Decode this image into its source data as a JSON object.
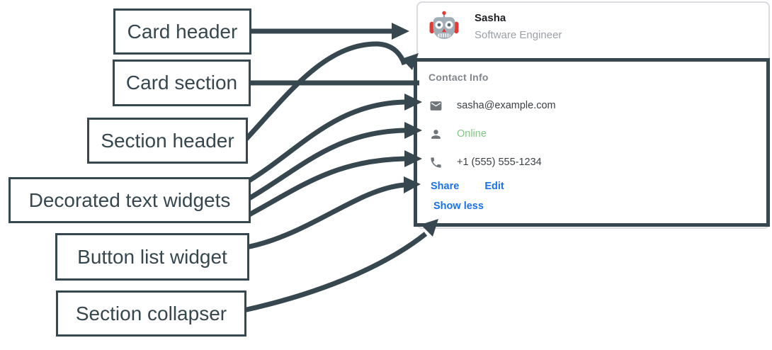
{
  "labels": [
    {
      "text": "Card header",
      "target": "card-header"
    },
    {
      "text": "Card section",
      "target": "card-section-border"
    },
    {
      "text": "Section header",
      "target": "section-title"
    },
    {
      "text": "Decorated text widgets",
      "target": "decorated-text-rows"
    },
    {
      "text": "Button list widget",
      "target": "button-list"
    },
    {
      "text": "Section collapser",
      "target": "section-collapser"
    }
  ],
  "card": {
    "header": {
      "avatar_icon": "robot-icon",
      "name": "Sasha",
      "role": "Software Engineer"
    },
    "section": {
      "title": "Contact Info",
      "rows": [
        {
          "icon": "email-icon",
          "text": "sasha@example.com"
        },
        {
          "icon": "person-icon",
          "text": "Online"
        },
        {
          "icon": "phone-icon",
          "text": "+1 (555) 555-1234"
        }
      ],
      "buttons": [
        {
          "label": "Share"
        },
        {
          "label": "Edit"
        }
      ],
      "collapser_label": "Show less"
    }
  },
  "colors": {
    "annotation": "#37474f",
    "link_blue": "#1a73e8",
    "online_green": "#81c784",
    "card_border": "#dadce0",
    "name_text": "#202124",
    "role_text": "#9aa0a6",
    "section_title_text": "#80868b",
    "row_text": "#3c4043",
    "icon_gray": "#757575"
  }
}
